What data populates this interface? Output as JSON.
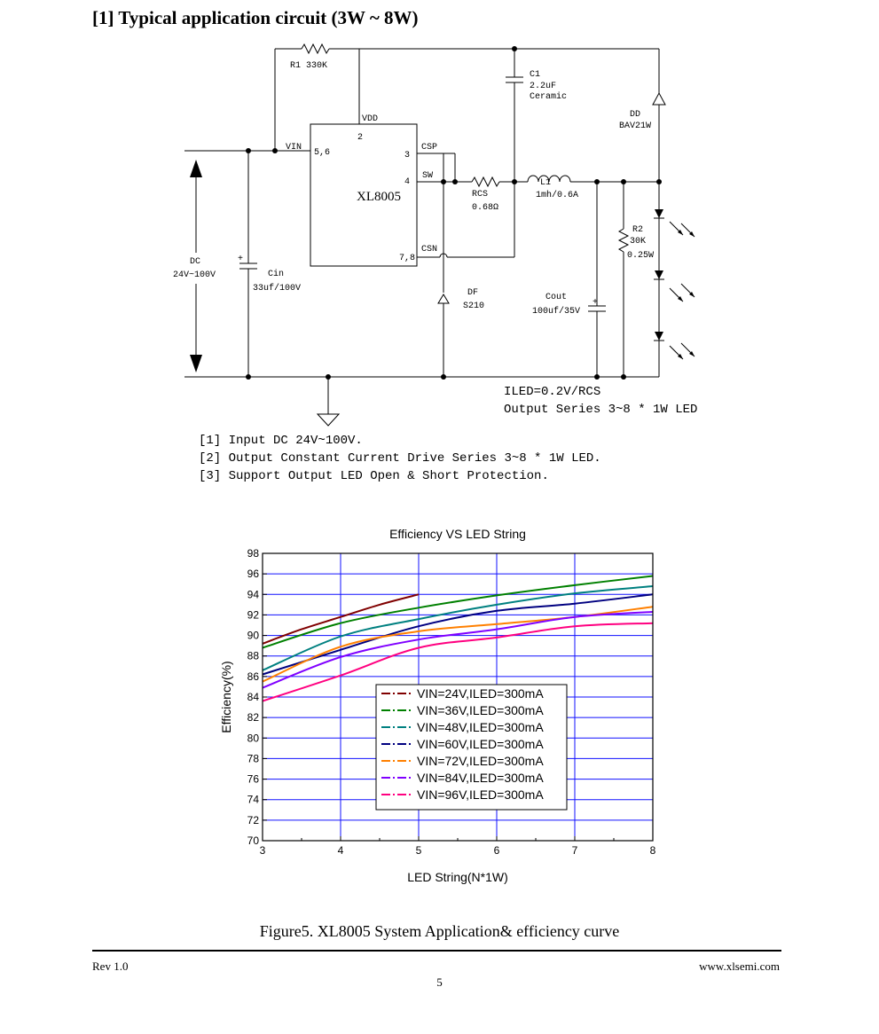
{
  "heading": "[1] Typical application circuit (3W ~ 8W)",
  "circuit": {
    "r1_label": "R1  330K",
    "c1_name": "C1",
    "c1_value": "2.2uF",
    "c1_type": "Ceramic",
    "dd_name": "DD",
    "dd_value": "BAV21W",
    "vdd": "VDD",
    "pin2": "2",
    "vin": "VIN",
    "pin56": "5,6",
    "pin3": "3",
    "csp": "CSP",
    "pin4": "4",
    "sw": "SW",
    "chip": "XL8005",
    "rcs_name": "RCS",
    "rcs_value": "0.68Ω",
    "l1_name": "L1",
    "l1_value": "1mh/0.6A",
    "r2_name": "R2",
    "r2_value": "30K",
    "r2_power": "0.25W",
    "pin78": "7,8",
    "csn": "CSN",
    "dc_name": "DC",
    "dc_value": "24V~100V",
    "plus": "+",
    "cin_name": "Cin",
    "cin_value": "33uf/100V",
    "df_name": "DF",
    "df_value": "S210",
    "cout_name": "Cout",
    "cout_value": "100uf/35V",
    "iled": "ILED=0.2V/RCS",
    "output": "Output Series 3~8 * 1W LED"
  },
  "notes": [
    "[1] Input DC 24V~100V.",
    "[2] Output Constant Current Drive Series 3~8 * 1W LED.",
    "[3] Support Output LED Open & Short Protection."
  ],
  "chart_data": {
    "type": "line",
    "title": "Efficiency VS LED String",
    "xlabel": "LED String(N*1W)",
    "ylabel": "Efficiency(%)",
    "xlim": [
      3,
      8
    ],
    "ylim": [
      70,
      98
    ],
    "xticks": [
      3,
      4,
      5,
      6,
      7,
      8
    ],
    "yticks": [
      70,
      72,
      74,
      76,
      78,
      80,
      82,
      84,
      86,
      88,
      90,
      92,
      94,
      96,
      98
    ],
    "grid": true,
    "legend_position": "center-left",
    "series": [
      {
        "name": "VIN=24V,ILED=300mA",
        "color": "#800000",
        "x": [
          3,
          3.5,
          4,
          4.5,
          5
        ],
        "y": [
          89.2,
          90.6,
          91.8,
          93.0,
          94.0
        ]
      },
      {
        "name": "VIN=36V,ILED=300mA",
        "color": "#008000",
        "x": [
          3,
          4,
          5,
          6,
          7,
          8
        ],
        "y": [
          88.8,
          91.2,
          92.7,
          93.9,
          94.9,
          95.8
        ]
      },
      {
        "name": "VIN=48V,ILED=300mA",
        "color": "#008080",
        "x": [
          3,
          4,
          5,
          6,
          7,
          8
        ],
        "y": [
          86.6,
          89.9,
          91.6,
          93.0,
          94.1,
          94.8
        ]
      },
      {
        "name": "VIN=60V,ILED=300mA",
        "color": "#000080",
        "x": [
          3,
          4,
          5,
          6,
          7,
          8
        ],
        "y": [
          86.2,
          88.6,
          90.9,
          92.4,
          93.1,
          94.0
        ]
      },
      {
        "name": "VIN=72V,ILED=300mA",
        "color": "#ff8000",
        "x": [
          3,
          4,
          5,
          6,
          7,
          8
        ],
        "y": [
          85.5,
          88.9,
          90.4,
          91.1,
          91.8,
          92.8
        ]
      },
      {
        "name": "VIN=84V,ILED=300mA",
        "color": "#8000ff",
        "x": [
          3,
          4,
          5,
          6,
          7,
          8
        ],
        "y": [
          84.9,
          87.9,
          89.6,
          90.6,
          91.8,
          92.3
        ]
      },
      {
        "name": "VIN=96V,ILED=300mA",
        "color": "#ff0080",
        "x": [
          3,
          4,
          5,
          6,
          7,
          8
        ],
        "y": [
          83.6,
          86.1,
          88.8,
          89.8,
          90.9,
          91.2
        ]
      }
    ]
  },
  "caption": "Figure5. XL8005 System Application& efficiency curve",
  "footer": {
    "rev": "Rev 1.0",
    "site": "www.xlsemi.com",
    "page": "5"
  }
}
